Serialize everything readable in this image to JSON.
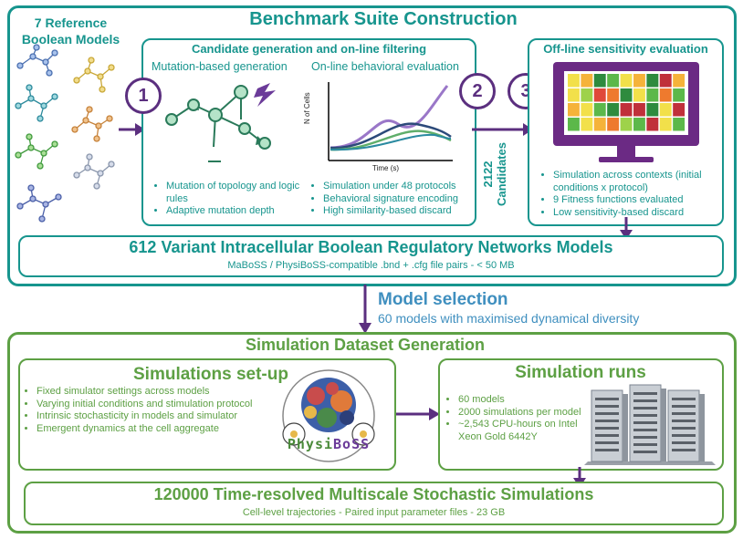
{
  "colors": {
    "teal": "#17958e",
    "green": "#5da044",
    "purple": "#5b2f7f",
    "text_dark": "#222222"
  },
  "top": {
    "title": "Benchmark Suite Construction",
    "reference": {
      "line1": "7 Reference",
      "line2": "Boolean Models"
    },
    "candidate": {
      "title": "Candidate generation and on-line filtering",
      "mutation_header": "Mutation-based generation",
      "online_header": "On-line behavioral evaluation",
      "mutation_bullets": [
        "Mutation of topology and logic rules",
        "Adaptive mutation depth"
      ],
      "online_bullets": [
        "Simulation under 48 protocols",
        "Behavioral signature encoding",
        "High similarity-based discard"
      ],
      "plot_ylabel": "N of Cells",
      "plot_xlabel": "Time (s)"
    },
    "step1": "1",
    "step2": "2",
    "step3": "3",
    "candidates": {
      "count": "2122",
      "label": "Candidates"
    },
    "offline": {
      "title": "Off-line sensitivity evaluation",
      "bullets": [
        "Simulation across contexts (initial conditions x protocol)",
        "9 Fitness functions evaluated",
        "Low sensitivity-based discard"
      ]
    },
    "variants": {
      "title": "612 Variant Intracellular Boolean Regulatory Networks Models",
      "subtitle": "MaBoSS / PhysiBoSS-compatible .bnd + .cfg file pairs - < 50 MB"
    }
  },
  "selection": {
    "title": "Model selection",
    "subtitle": "60 models with maximised dynamical diversity"
  },
  "bottom": {
    "title": "Simulation Dataset Generation",
    "setup": {
      "title": "Simulations set-up",
      "bullets": [
        "Fixed simulator settings across models",
        "Varying initial conditions and stimulation protocol",
        "Intrinsic stochasticity in models and simulator",
        "Emergent dynamics at the cell aggregate"
      ]
    },
    "logo": {
      "part1": "Physi",
      "part2": "BoSS"
    },
    "runs": {
      "title": "Simulation runs",
      "bullets": [
        "60 models",
        "2000 simulations per model",
        "~2,543 CPU-hours on Intel Xeon Gold 6442Y"
      ]
    },
    "final": {
      "title": "120000 Time-resolved Multiscale Stochastic Simulations",
      "subtitle": "Cell-level trajectories - Paired input parameter files - 23 GB"
    }
  }
}
